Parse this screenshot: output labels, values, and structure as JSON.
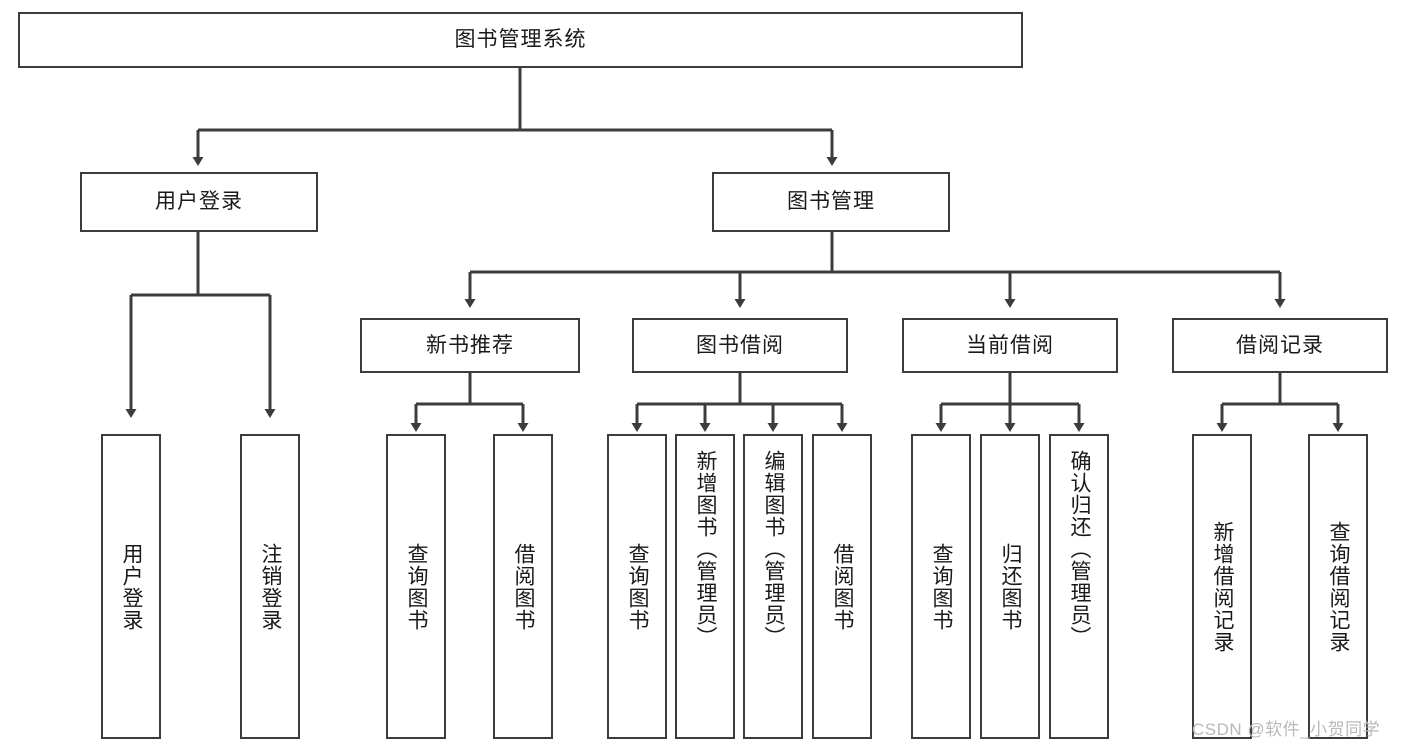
{
  "diagram": {
    "title": "图书管理系统",
    "type": "tree-hierarchy",
    "root": {
      "label": "图书管理系统"
    },
    "level2": [
      {
        "label": "用户登录"
      },
      {
        "label": "图书管理"
      }
    ],
    "level3": [
      {
        "label": "新书推荐"
      },
      {
        "label": "图书借阅"
      },
      {
        "label": "当前借阅"
      },
      {
        "label": "借阅记录"
      }
    ],
    "leaves": {
      "user_login": [
        {
          "label": "用户登录"
        },
        {
          "label": "注销登录"
        }
      ],
      "new_book_recommend": [
        {
          "label": "查询图书"
        },
        {
          "label": "借阅图书"
        }
      ],
      "book_borrow": [
        {
          "label": "查询图书"
        },
        {
          "label": "新增图书（管理员）"
        },
        {
          "label": "编辑图书（管理员）"
        },
        {
          "label": "借阅图书"
        }
      ],
      "current_borrow": [
        {
          "label": "查询图书"
        },
        {
          "label": "归还图书"
        },
        {
          "label": "确认归还（管理员）"
        }
      ],
      "borrow_record": [
        {
          "label": "新增借阅记录"
        },
        {
          "label": "查询借阅记录"
        }
      ]
    }
  },
  "watermark": {
    "text": "CSDN @软件_小贺同学"
  },
  "colors": {
    "line": "#3c3c3c",
    "box_fill": "#ffffff",
    "text": "#1a1a1a",
    "watermark": "#b9b9b9"
  }
}
